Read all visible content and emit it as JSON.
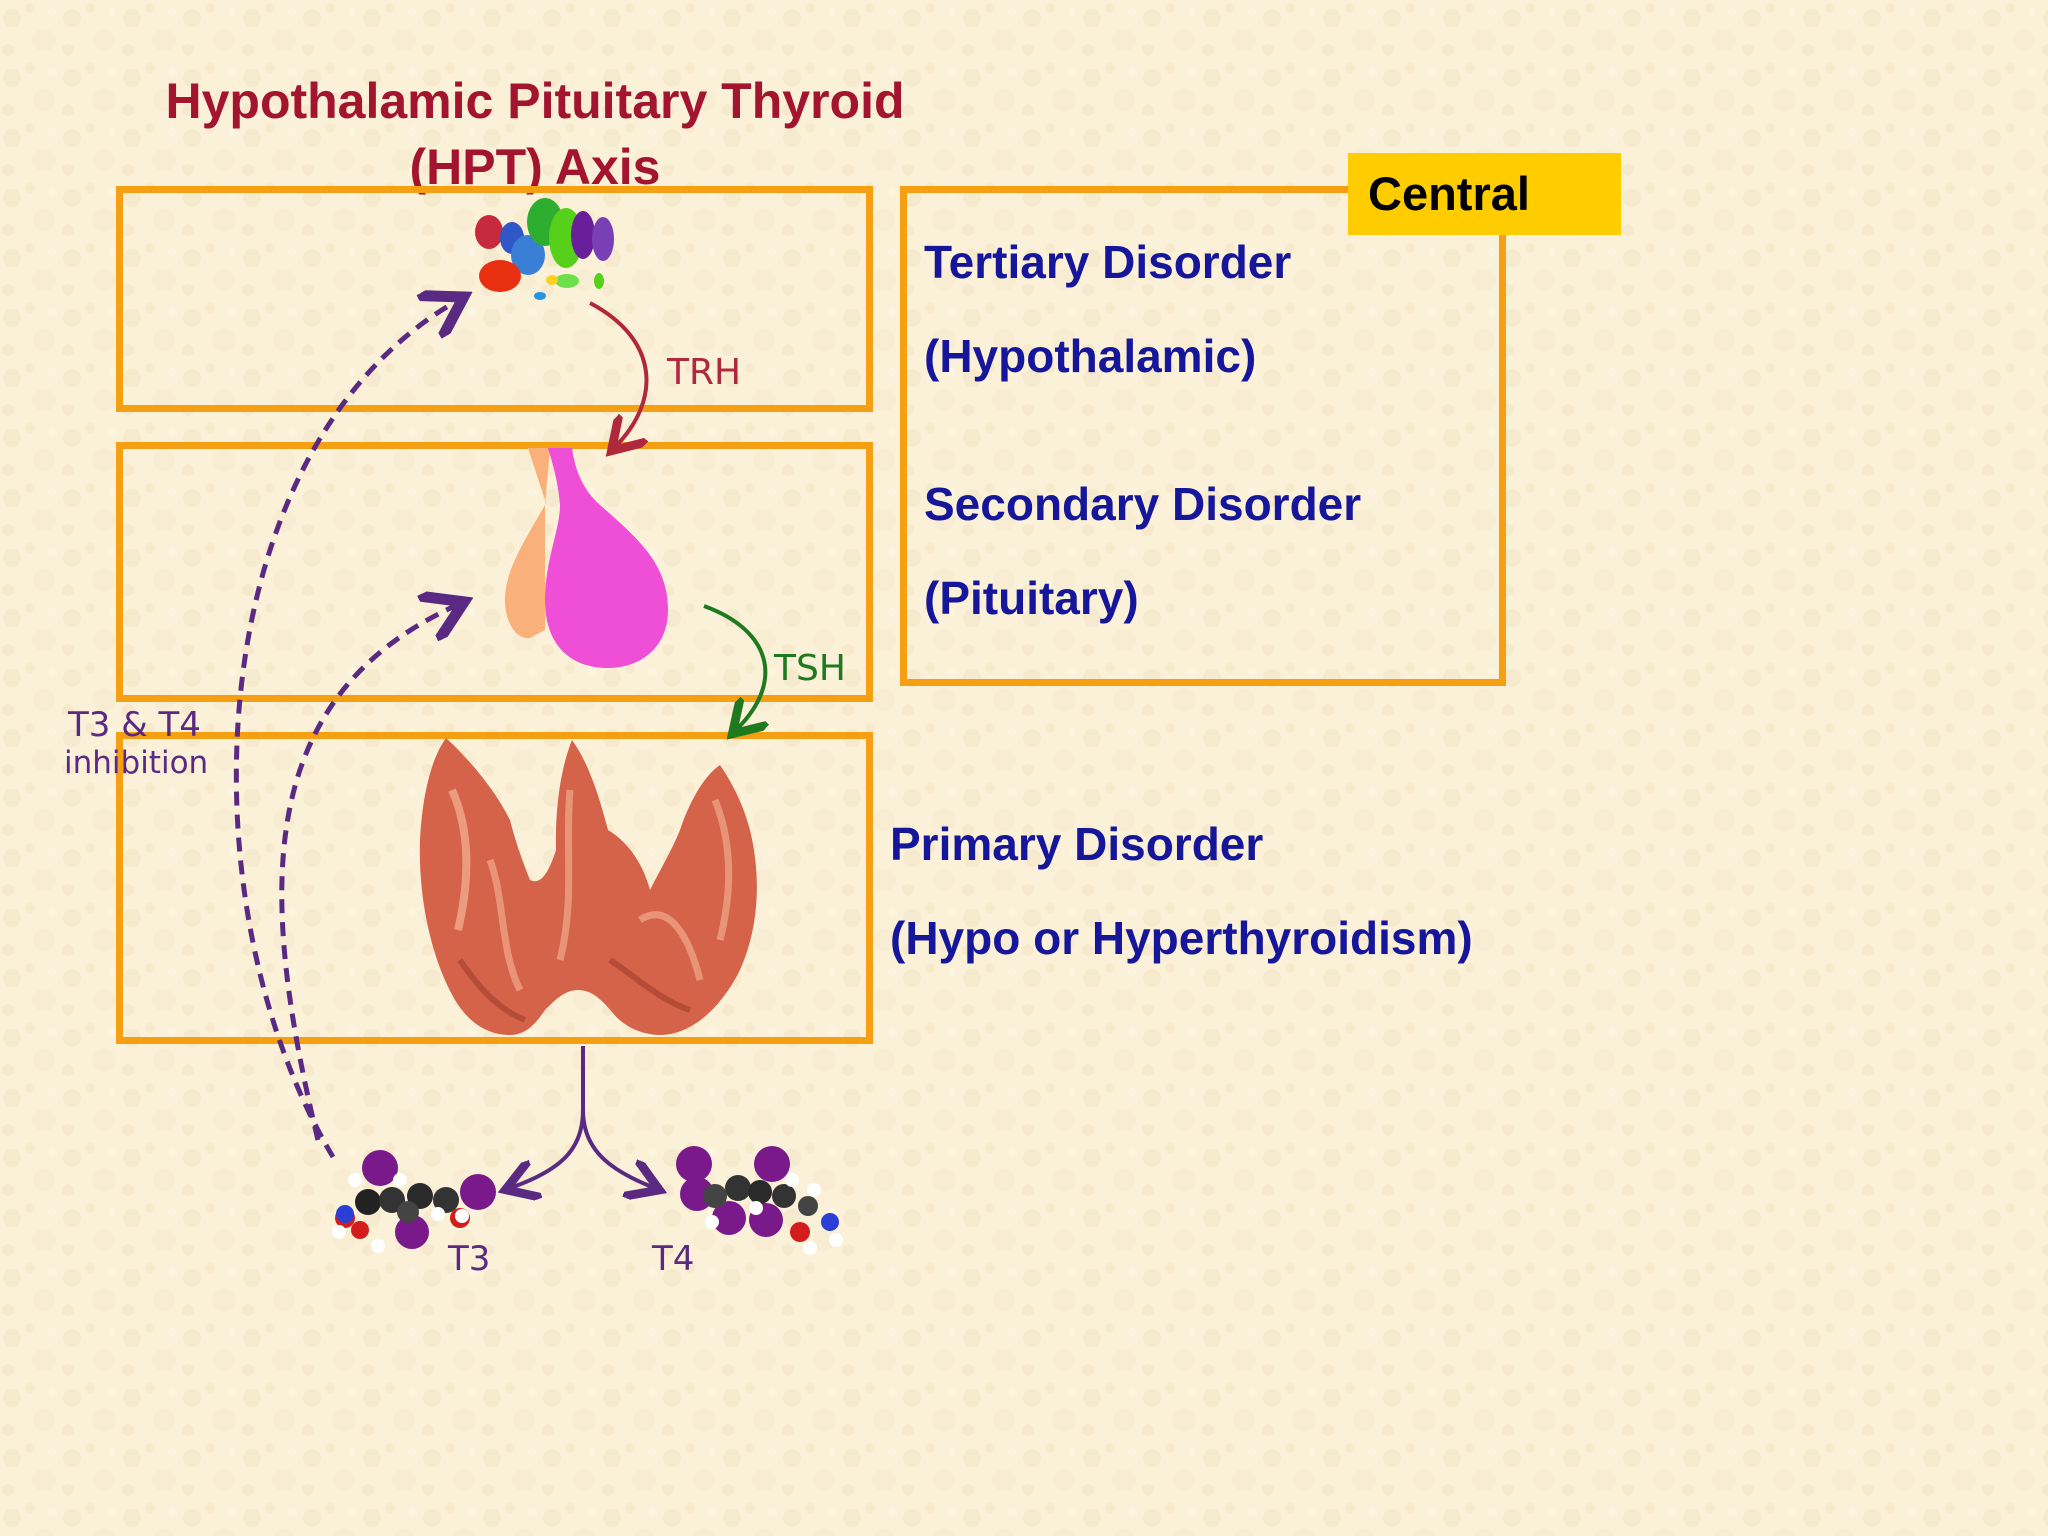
{
  "title": {
    "line1": "Hypothalamic Pituitary Thyroid",
    "line2": "(HPT) Axis"
  },
  "badge": {
    "label": "Central"
  },
  "disorders": {
    "tertiary": {
      "name": "Tertiary Disorder",
      "site": "(Hypothalamic)"
    },
    "secondary": {
      "name": "Secondary Disorder",
      "site": "(Pituitary)"
    },
    "primary": {
      "name": "Primary Disorder",
      "site": "(Hypo or Hyperthyroidism)"
    }
  },
  "diagram": {
    "hormones": {
      "trh": "TRH",
      "tsh": "TSH",
      "t3": "T3",
      "t4": "T4"
    },
    "feedback": {
      "line1": "T3 & T4",
      "line2": "inhibition"
    }
  },
  "colors": {
    "title": "#a3142f",
    "box_border": "#f5a013",
    "badge_bg": "#ffcc00",
    "disorder_text": "#16169a",
    "trh_arrow": "#b0283c",
    "tsh_arrow": "#1f7a1f",
    "feedback_arrow": "#5a2a82",
    "pituitary": "#ee4fd6",
    "thyroid": "#d4634a"
  }
}
